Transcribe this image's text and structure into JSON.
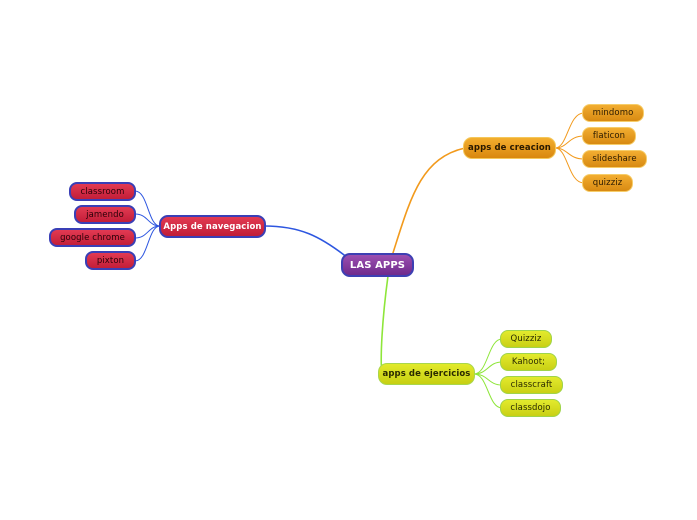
{
  "center": {
    "label": "LAS APPS"
  },
  "branches": {
    "creacion": {
      "label": "apps de creacion",
      "color": "#f29a1c",
      "items": [
        "mindomo",
        "flaticon",
        "slideshare",
        "quizziz"
      ]
    },
    "navegacion": {
      "label": "Apps de navegacion",
      "color": "#2d56e0",
      "items": [
        "classroom",
        "jamendo",
        "google chrome",
        "pixton"
      ]
    },
    "ejercicios": {
      "label": "apps de ejercicios",
      "color": "#8ee63a",
      "items": [
        "Quizziz",
        "Kahoot;",
        "classcraft",
        "classdojo"
      ]
    }
  }
}
